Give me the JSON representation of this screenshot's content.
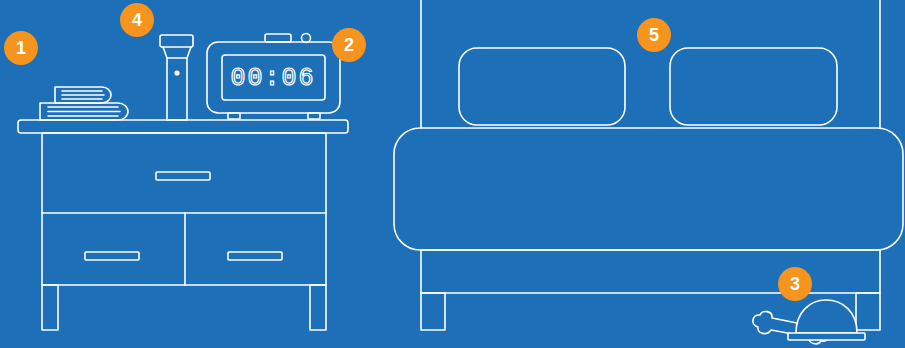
{
  "diagram": {
    "labels": [
      "1",
      "4",
      "2",
      "00:06",
      "5",
      "3"
    ]
  }
}
